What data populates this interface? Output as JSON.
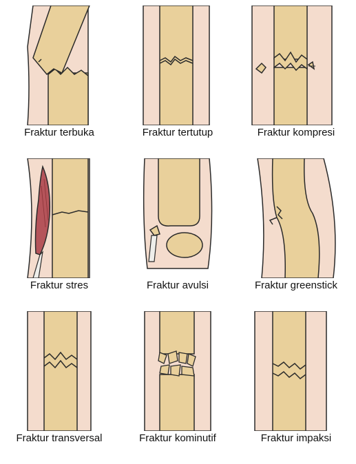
{
  "colors": {
    "skin": "#f4dccd",
    "bone": "#e9d09b",
    "bone_dark": "#c9a86a",
    "outline": "#2a2a2a",
    "muscle": "#b5545a",
    "tendon": "#eeeeea"
  },
  "fractures": [
    {
      "label": "Fraktur terbuka"
    },
    {
      "label": "Fraktur tertutup"
    },
    {
      "label": "Fraktur kompresi"
    },
    {
      "label": "Fraktur stres"
    },
    {
      "label": "Fraktur avulsi"
    },
    {
      "label": "Fraktur greenstick"
    },
    {
      "label": "Fraktur transversal"
    },
    {
      "label": "Fraktur kominutif"
    },
    {
      "label": "Fraktur impaksi"
    }
  ]
}
